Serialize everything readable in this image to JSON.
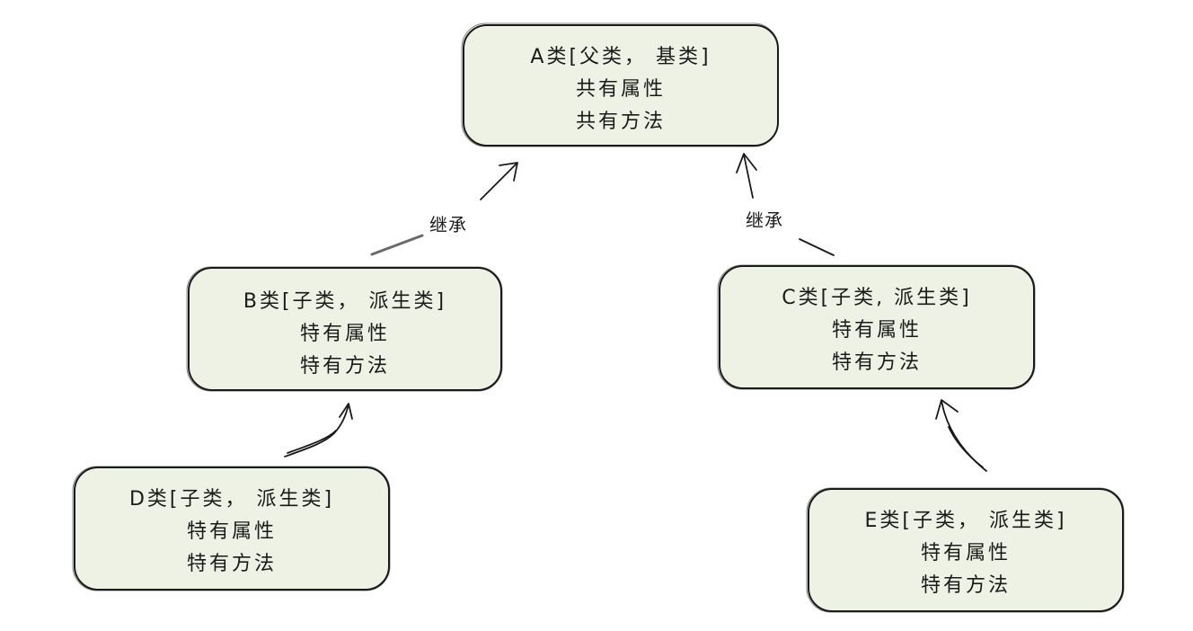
{
  "nodes": {
    "a": {
      "title": "A类[父类， 基类]",
      "line1": "共有属性",
      "line2": "共有方法"
    },
    "b": {
      "title": "B类[子类， 派生类]",
      "line1": "特有属性",
      "line2": "特有方法"
    },
    "c": {
      "title": "C类[子类, 派生类]",
      "line1": "特有属性",
      "line2": "特有方法"
    },
    "d": {
      "title": "D类[子类， 派生类]",
      "line1": "特有属性",
      "line2": "特有方法"
    },
    "e": {
      "title": "E类[子类， 派生类]",
      "line1": "特有属性",
      "line2": "特有方法"
    }
  },
  "edges": {
    "b_to_a": {
      "label": "继承"
    },
    "c_to_a": {
      "label": "继承"
    }
  },
  "colors": {
    "box_fill": "#eef2e4",
    "stroke": "#1a1a1a"
  }
}
